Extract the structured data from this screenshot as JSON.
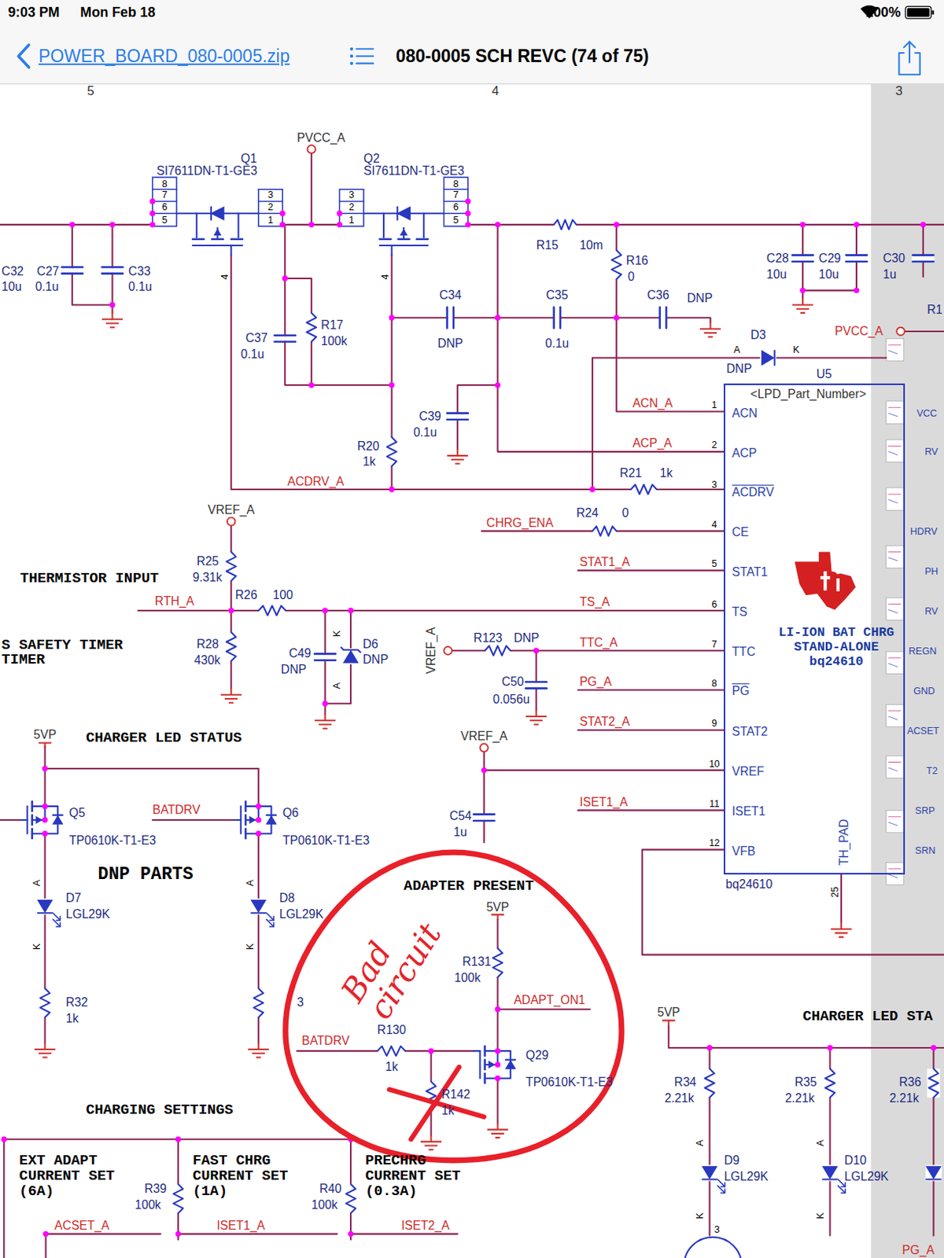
{
  "diagram": {
    "title": "080-0005 SCH REVC (74 of 75)",
    "nodes": [
      {
        "text": [
          "<LPD_Part_Number>",
          "ACN",
          "ACP",
          "ACDRV",
          "CE",
          "STAT1",
          "TS",
          "TTC",
          "PG",
          "STAT2",
          "VREF",
          "ISET1",
          "VFB",
          "LI-ION BAT CHRG STAND-ALONE bq24610"
        ]
      }
    ],
    "labels": [
      "9:03 PM",
      "Mon Feb 18",
      "100%",
      "POWER_BOARD_080-0005.zip",
      "5",
      "4",
      "3",
      "PVCC_A",
      "Q1",
      "SI7611DN-T1-GE3",
      "Q2",
      "SI7611DN-T1-GE3",
      "8",
      "7",
      "6",
      "5",
      "3",
      "2",
      "1",
      "4",
      "3",
      "2",
      "1",
      "8",
      "7",
      "6",
      "5",
      "4",
      "R15",
      "10m",
      "R16",
      "0",
      "C28",
      "10u",
      "C29",
      "10u",
      "C30",
      "1u",
      "R1",
      "C32",
      "10u",
      "C27",
      "0.1u",
      "C33",
      "0.1u",
      "C37",
      "0.1u",
      "R17",
      "100k",
      "C34",
      "DNP",
      "C35",
      "0.1u",
      "C36",
      "DNP",
      "D3",
      "PVCC_A",
      "A",
      "K",
      "DNP",
      "U5",
      "C39",
      "0.1u",
      "R20",
      "1k",
      "ACN_A",
      "ACP_A",
      "ACDRV_A",
      "R21",
      "1k",
      "R24",
      "0",
      "CHRG_ENA",
      "STAT1_A",
      "TS_A",
      "TTC_A",
      "PG_A",
      "STAT2_A",
      "ISET1_A",
      "1",
      "2",
      "3",
      "4",
      "5",
      "6",
      "7",
      "8",
      "9",
      "10",
      "11",
      "12",
      "VREF_A",
      "R25",
      "9.31k",
      "THERMISTOR INPUT",
      "R26",
      "100",
      "RTH_A",
      "R28",
      "430k",
      "C49",
      "DNP",
      "D6",
      "DNP",
      "K",
      "A",
      "S SAFETY TIMER",
      "TIMER",
      "VREF_A",
      "R123",
      "DNP",
      "C50",
      "0.056u",
      "VREF_A",
      "C54",
      "1u",
      "CHARGER LED STATUS",
      "5VP",
      "BATDRV",
      "Q5",
      "TP0610K-T1-E3",
      "Q6",
      "TP0610K-T1-E3",
      "DNP PARTS",
      "A",
      "D7",
      "LGL29K",
      "K",
      "R32",
      "1k",
      "A",
      "D8",
      "LGL29K",
      "K",
      "3",
      "ADAPTER PRESENT",
      "5VP",
      "R131",
      "100k",
      "ADAPT_ON1",
      "R130",
      "BATDRV",
      "1k",
      "Q29",
      "TP0610K-T1-E3",
      "R142",
      "1k",
      "Bad circuit",
      "CHARGING SETTINGS",
      "EXT ADAPT CURRENT SET (6A)",
      "R39",
      "100k",
      "FAST CHRG CURRENT SET (1A)",
      "R40",
      "100k",
      "PRECHRG CURRENT SET (0.3A)",
      "ACSET_A",
      "ISET1_A",
      "ISET2_A",
      "5VP",
      "CHARGER LED STA",
      "R34",
      "2.21k",
      "R35",
      "2.21k",
      "R36",
      "2.21k",
      "A",
      "D9",
      "LGL29K",
      "K",
      "A",
      "D10",
      "LGL29K",
      "K",
      "3",
      "PG_A",
      "bq24610",
      "TH_PAD",
      "25",
      "VCC",
      "RV",
      "HDRV",
      "PH",
      "RV",
      "REGN",
      "GND",
      "ACSET",
      "T2",
      "SRP",
      "SRN"
    ]
  }
}
